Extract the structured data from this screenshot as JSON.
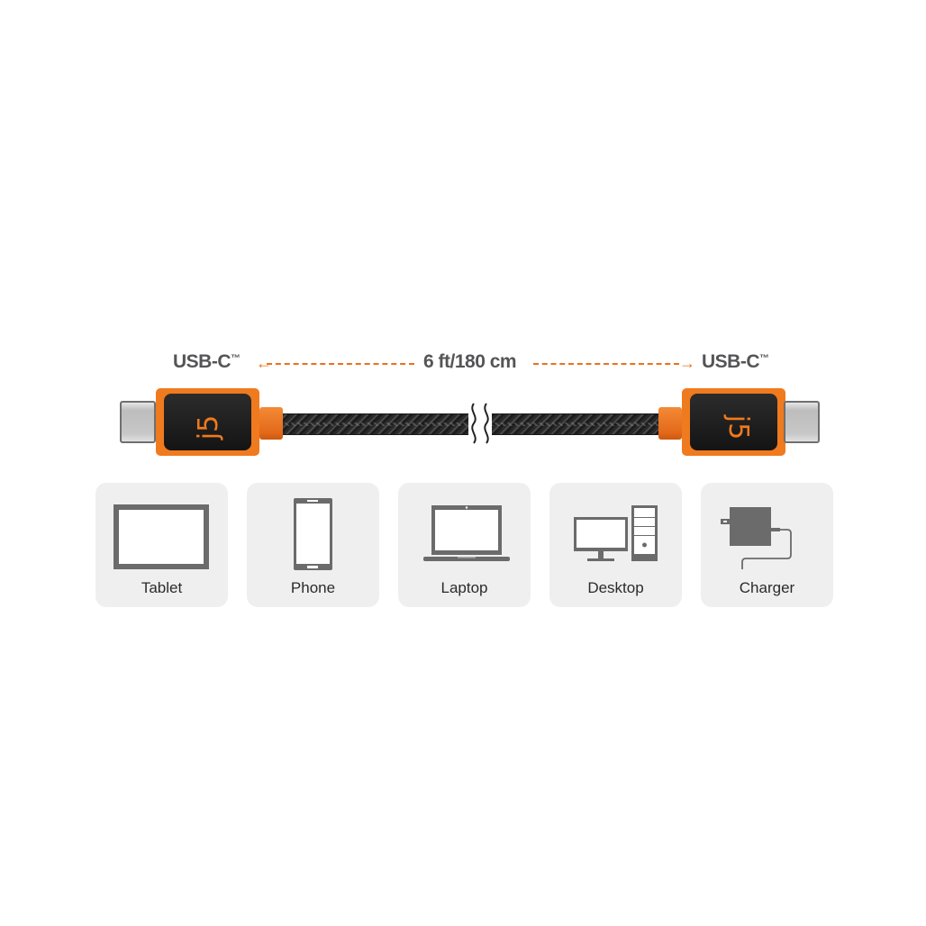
{
  "header": {
    "left_connector": "USB-C",
    "right_connector": "USB-C",
    "trademark": "™",
    "length": "6 ft/180 cm",
    "accent_color": "#e8731e"
  },
  "cable": {
    "brand_logo": "j5",
    "housing_color": "#f07a1e",
    "body_color": "#1e1e1e",
    "braid_color": "#2b2b2b"
  },
  "devices": [
    {
      "label": "Tablet",
      "icon": "tablet-icon"
    },
    {
      "label": "Phone",
      "icon": "phone-icon"
    },
    {
      "label": "Laptop",
      "icon": "laptop-icon"
    },
    {
      "label": "Desktop",
      "icon": "desktop-icon"
    },
    {
      "label": "Charger",
      "icon": "charger-icon"
    }
  ],
  "colors": {
    "card_bg": "#efeff0",
    "icon_gray": "#6b6b6b",
    "text": "#2b2b2b"
  }
}
